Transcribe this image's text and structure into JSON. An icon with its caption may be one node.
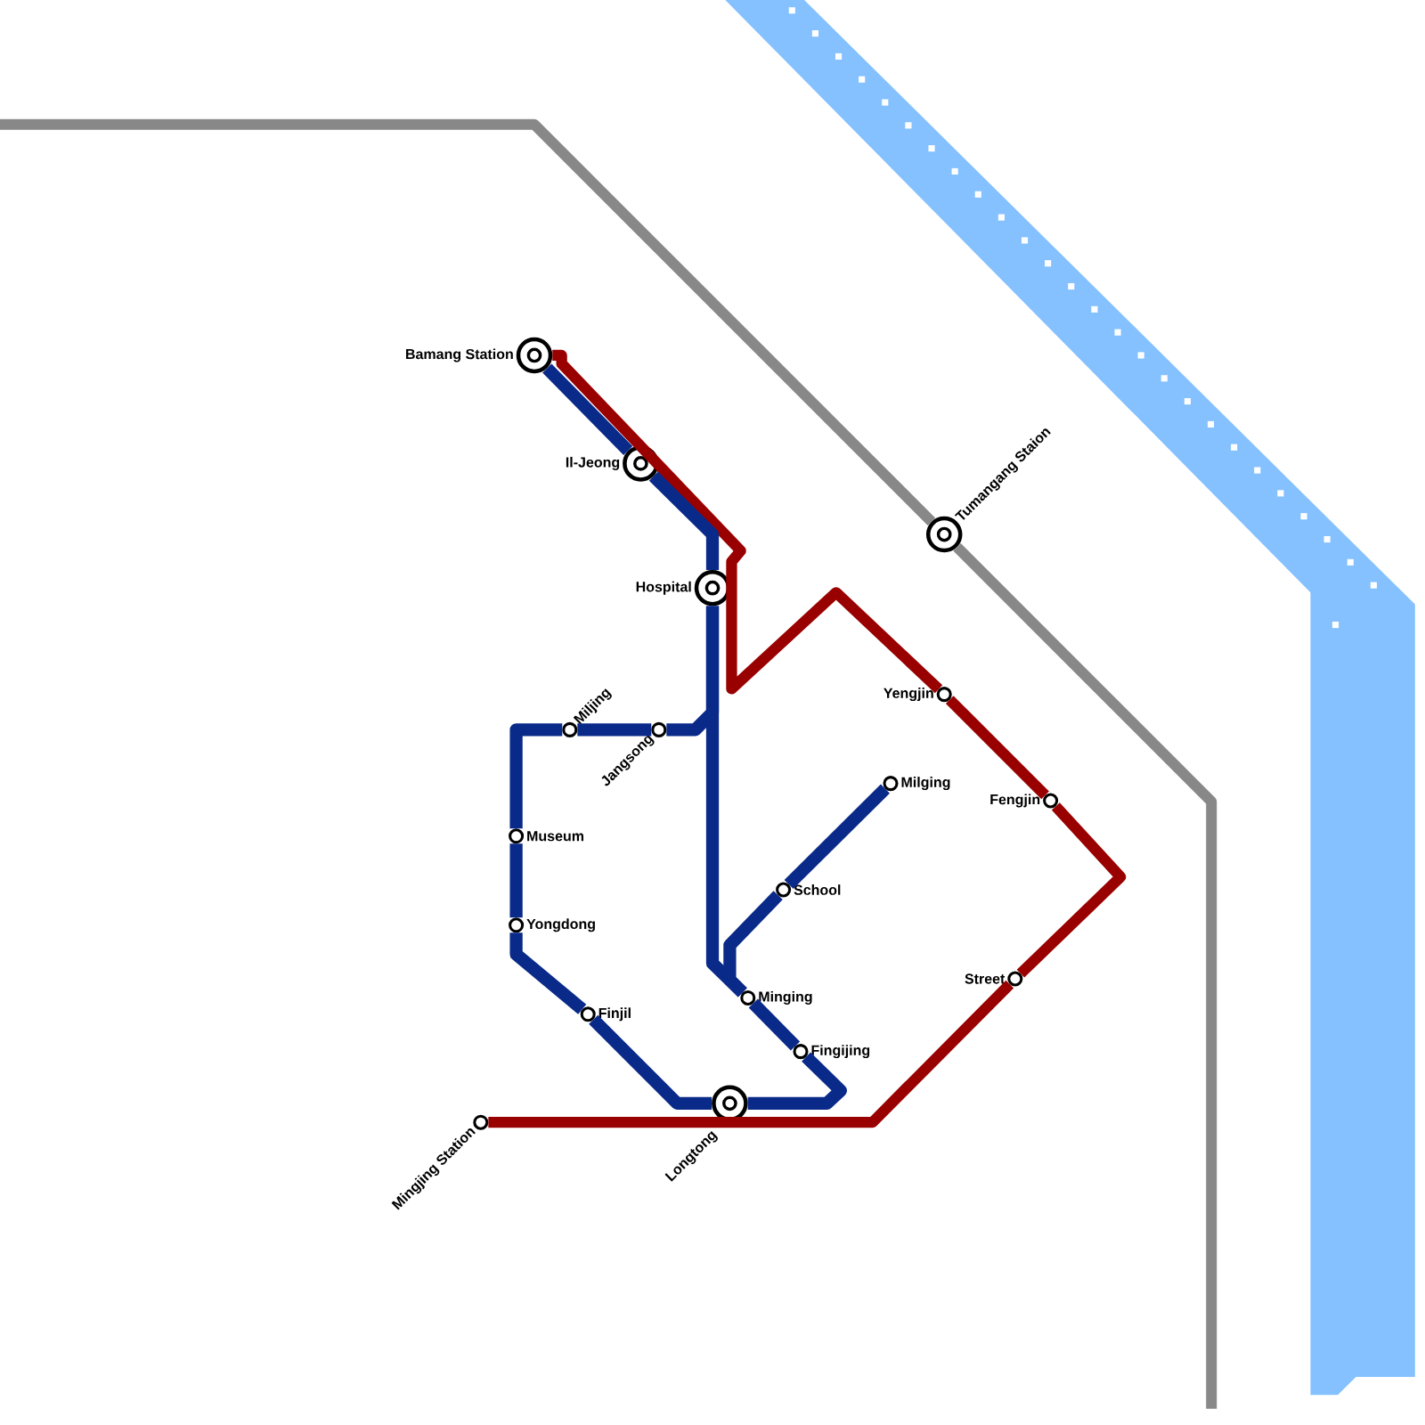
{
  "diagram": {
    "nodes": [
      {
        "text": [
          "Bamang Station"
        ]
      },
      {
        "text": [
          "Il-Jeong"
        ]
      },
      {
        "text": [
          "Hospital"
        ]
      },
      {
        "text": [
          "Miljing"
        ]
      },
      {
        "text": [
          "Jangsong"
        ]
      },
      {
        "text": [
          "Museum"
        ]
      },
      {
        "text": [
          "Yongdong"
        ]
      },
      {
        "text": [
          "Finjil"
        ]
      },
      {
        "text": [
          "Longtong"
        ]
      },
      {
        "text": [
          "Mingjing Station"
        ]
      },
      {
        "text": [
          "School"
        ]
      },
      {
        "text": [
          "Milging"
        ]
      },
      {
        "text": [
          "Minging"
        ]
      },
      {
        "text": [
          "Fingijing"
        ]
      },
      {
        "text": [
          "Tumangang Staion"
        ]
      },
      {
        "text": [
          "Yengjin"
        ]
      },
      {
        "text": [
          "Fengjin"
        ]
      },
      {
        "text": [
          "Street"
        ]
      }
    ],
    "edges": [
      {
        "from": 0,
        "to": 1,
        "arrow": "none"
      },
      {
        "from": 1,
        "to": 2,
        "arrow": "none"
      },
      {
        "from": 2,
        "to": 12,
        "arrow": "none"
      },
      {
        "from": 12,
        "to": 13,
        "arrow": "none"
      },
      {
        "from": 13,
        "to": 8,
        "arrow": "none"
      },
      {
        "from": 8,
        "to": 7,
        "arrow": "none"
      },
      {
        "from": 7,
        "to": 6,
        "arrow": "none"
      },
      {
        "from": 6,
        "to": 5,
        "arrow": "none"
      },
      {
        "from": 5,
        "to": 3,
        "arrow": "none"
      },
      {
        "from": 3,
        "to": 4,
        "arrow": "none"
      },
      {
        "from": 4,
        "to": 2,
        "arrow": "none"
      },
      {
        "from": 12,
        "to": 10,
        "arrow": "none"
      },
      {
        "from": 10,
        "to": 11,
        "arrow": "none"
      },
      {
        "from": 0,
        "to": 15,
        "arrow": "none",
        "color": "#990000"
      },
      {
        "from": 15,
        "to": 16,
        "arrow": "none",
        "color": "#990000"
      },
      {
        "from": 16,
        "to": 17,
        "arrow": "none",
        "color": "#990000"
      },
      {
        "from": 17,
        "to": 9,
        "arrow": "none",
        "color": "#990000"
      },
      {
        "from": null,
        "to": 14,
        "arrow": "none",
        "color": "#888888"
      },
      {
        "from": 14,
        "to": null,
        "arrow": "none",
        "color": "#888888"
      }
    ]
  }
}
